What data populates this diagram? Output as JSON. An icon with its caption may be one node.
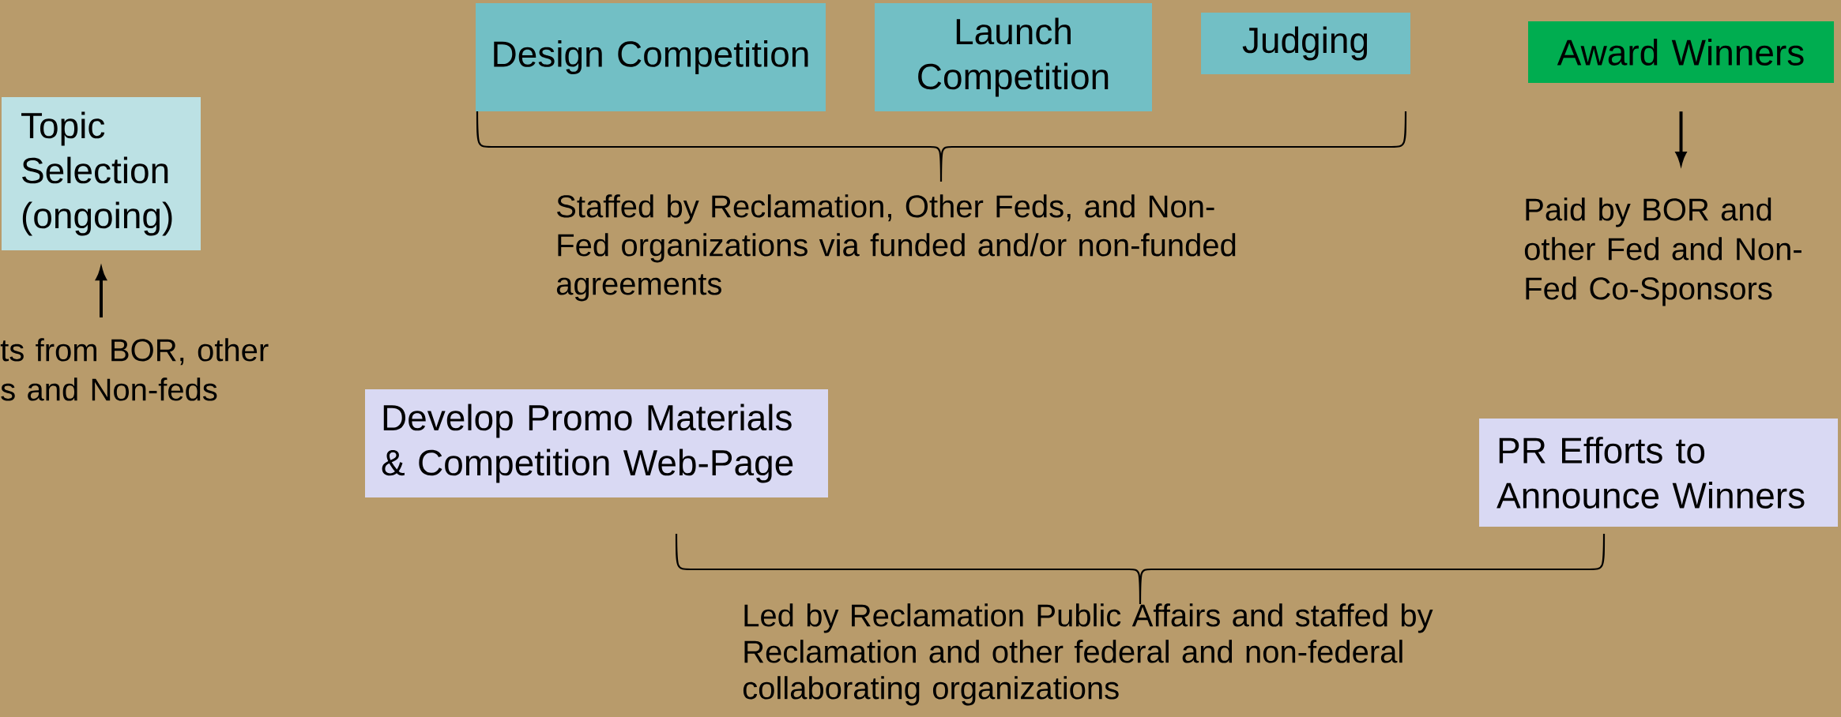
{
  "diagram": {
    "nodes": [
      {
        "text": [
          "Topic Selection (ongoing)"
        ]
      },
      {
        "text": [
          "ts from BOR, other s and Non-feds"
        ]
      },
      {
        "text": [
          "Design Competition"
        ]
      },
      {
        "text": [
          "Launch Competition"
        ]
      },
      {
        "text": [
          "Judging"
        ]
      },
      {
        "text": [
          "Award Winners"
        ]
      },
      {
        "text": [
          "Paid by BOR and other Fed and Non-Fed Co-Sponsors"
        ]
      },
      {
        "text": [
          "Develop Promo Materials & Competition Web-Page"
        ]
      },
      {
        "text": [
          "PR Efforts to Announce Winners"
        ]
      }
    ],
    "edges": [
      {
        "from": 1,
        "to": 0,
        "arrow": "to"
      },
      {
        "from": 5,
        "to": 6,
        "arrow": "to"
      }
    ],
    "labels": [
      "Staffed by Reclamation, Other Feds, and Non-Fed organizations via funded and/or non-funded agreements",
      "Led by Reclamation Public Affairs and staffed by Reclamation and other federal and non-federal collaborating organizations"
    ]
  }
}
